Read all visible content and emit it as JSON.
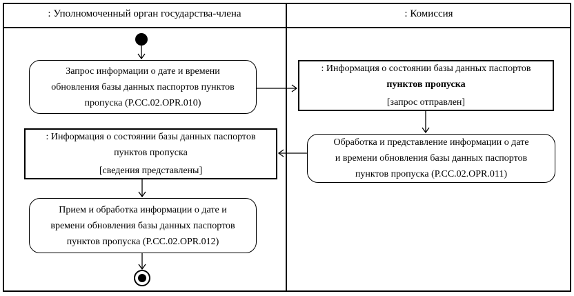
{
  "diagram": {
    "type": "uml-activity-swimlane",
    "colors": {
      "line": "#000000",
      "background": "#ffffff"
    },
    "lanes": [
      {
        "id": "member-state",
        "title": ": Уполномоченный орган государства-члена"
      },
      {
        "id": "commission",
        "title": ": Комиссия"
      }
    ],
    "nodes": {
      "activity1": {
        "kind": "activity",
        "line1": "Запрос информации о дате и времени",
        "line2": "обновления базы данных паспортов пунктов",
        "line3": "пропуска (P.CC.02.OPR.010)"
      },
      "object1": {
        "kind": "object",
        "line1": ": Информация о состоянии базы данных паспортов",
        "line2": "пунктов пропуска",
        "guard": "[запрос отправлен]"
      },
      "activity2": {
        "kind": "activity",
        "line1": "Обработка и представление информации о дате",
        "line2": "и времени обновления базы данных паспортов",
        "line3": "пунктов пропуска (P.CC.02.OPR.011)"
      },
      "object2": {
        "kind": "object",
        "line1": ": Информация о состоянии базы данных паспортов",
        "line2": "пунктов пропуска",
        "guard": "[сведения представлены]"
      },
      "activity3": {
        "kind": "activity",
        "line1": "Прием и обработка информации о дате и",
        "line2": "времени обновления базы данных паспортов",
        "line3": "пунктов пропуска (P.CC.02.OPR.012)"
      }
    }
  }
}
